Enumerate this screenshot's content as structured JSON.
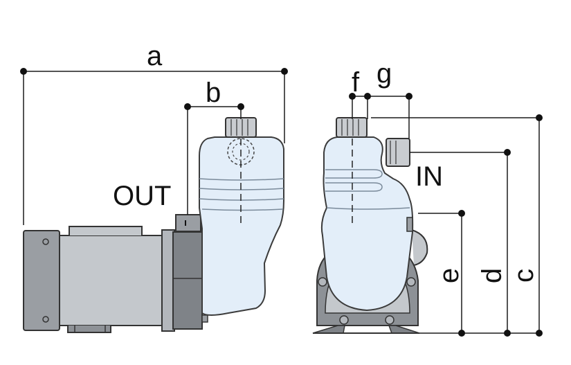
{
  "labels": {
    "a": "a",
    "b": "b",
    "c": "c",
    "d": "d",
    "e": "e",
    "f": "f",
    "g": "g",
    "out": "OUT",
    "in": "IN"
  },
  "colors": {
    "line": "#1a1a1a",
    "tank_fill": "#e3eef9",
    "tank_stroke": "#3b3b3b",
    "motor_body": "#bfc3c8",
    "motor_dark": "#8d9196",
    "motor_cap": "#9a9ea3",
    "cap_fill": "#c9ccd0"
  }
}
